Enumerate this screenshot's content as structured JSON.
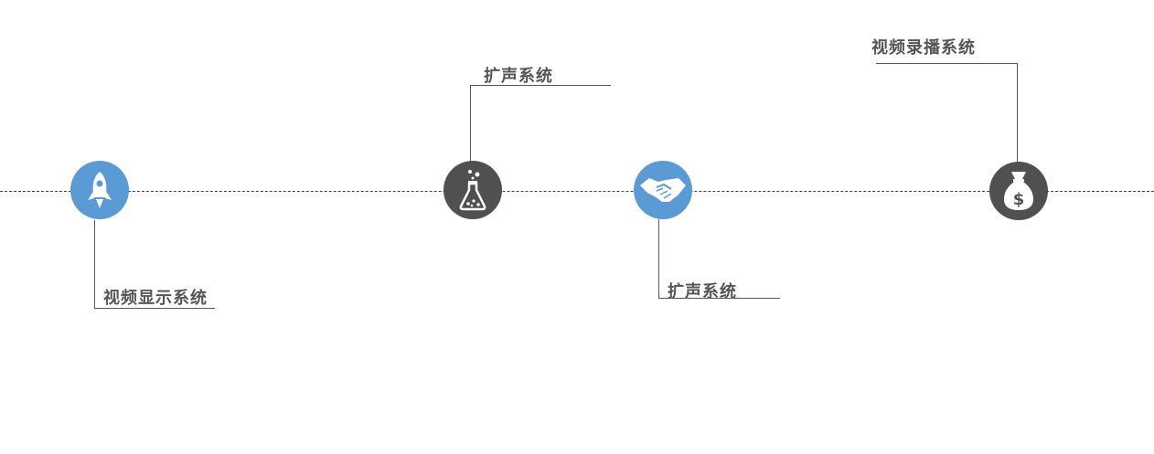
{
  "nodes": [
    {
      "label": "视频显示系统",
      "icon": "rocket-icon",
      "color": "#5b9bd5"
    },
    {
      "label": "扩声系统",
      "icon": "flask-icon",
      "color": "#505050"
    },
    {
      "label": "扩声系统",
      "icon": "handshake-icon",
      "color": "#5b9bd5"
    },
    {
      "label": "视频录播系统",
      "icon": "money-bag-icon",
      "color": "#505050"
    }
  ]
}
